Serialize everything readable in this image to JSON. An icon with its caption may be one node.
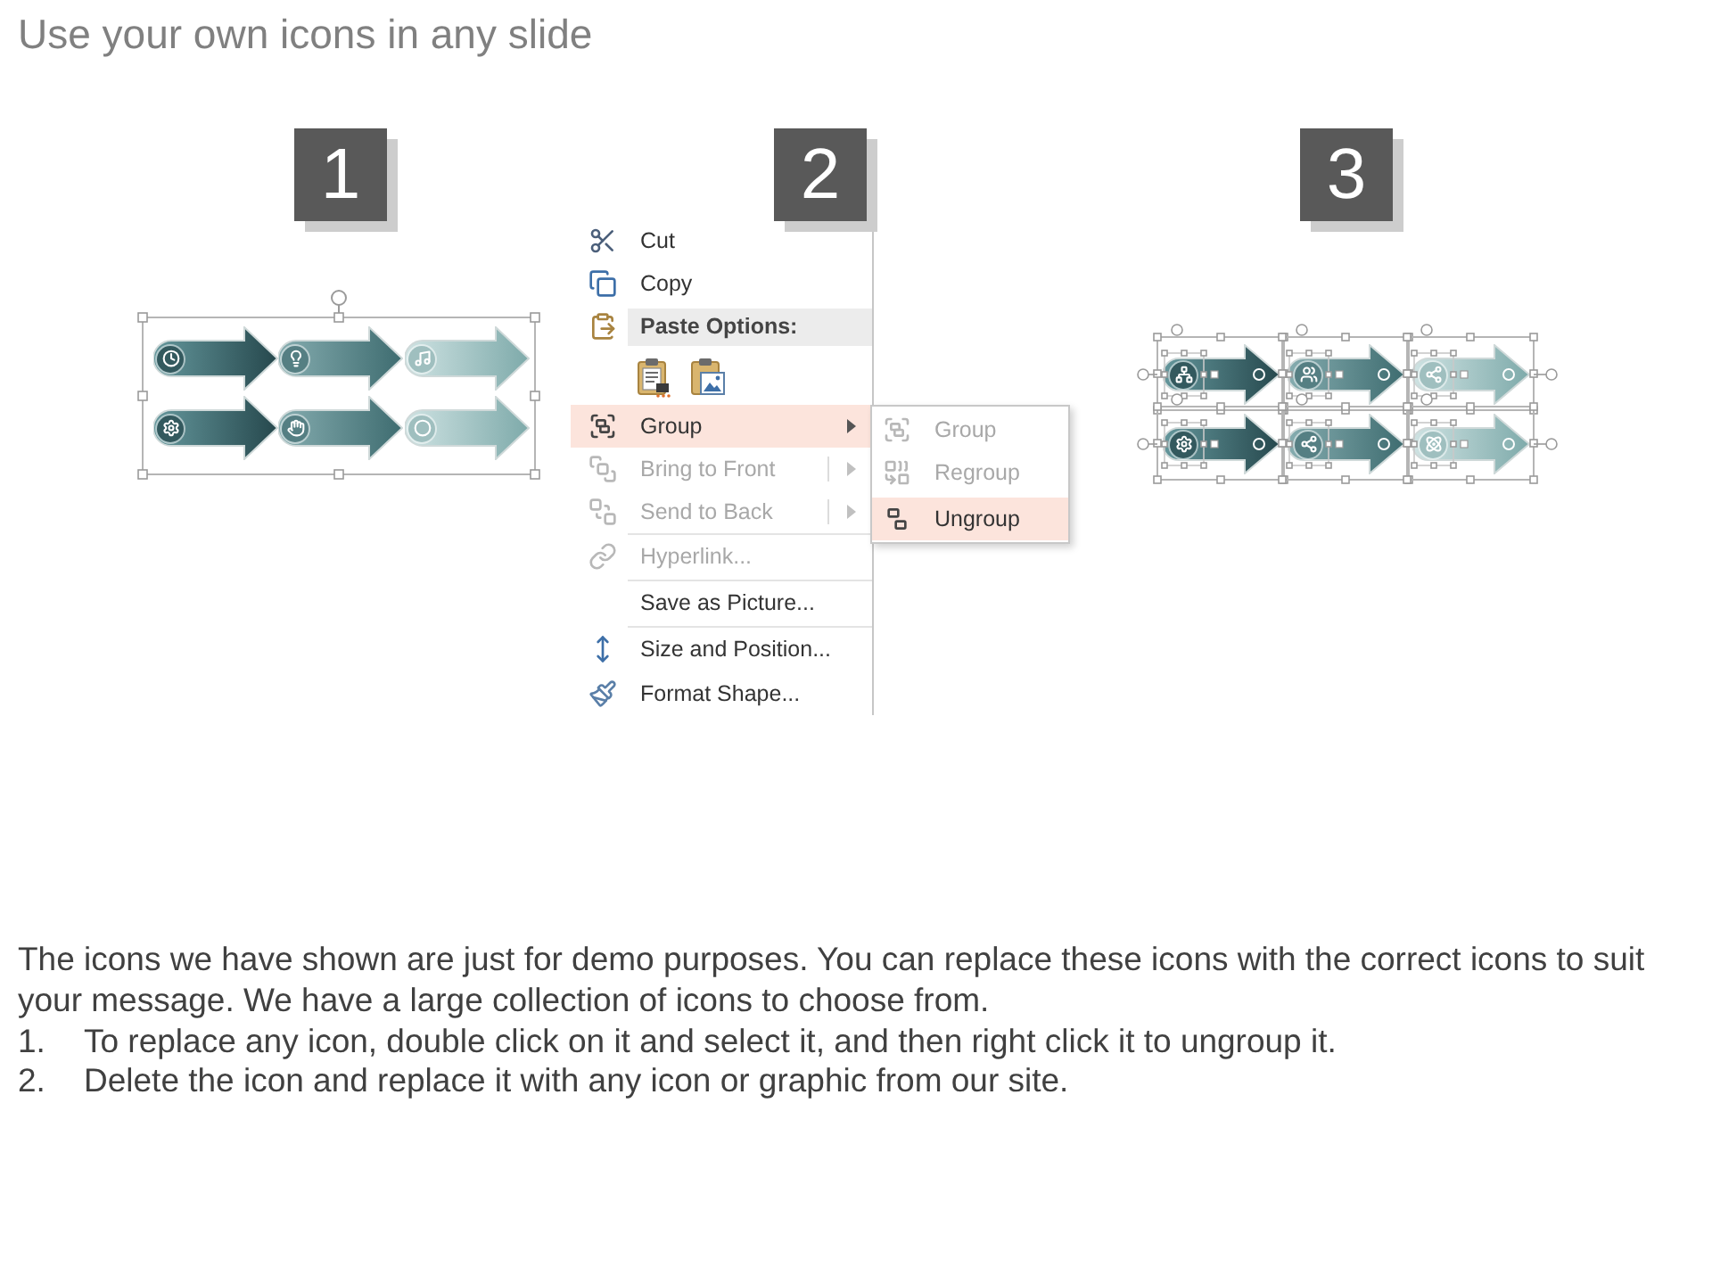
{
  "diagram": {
    "title": "Use your own icons in any slide",
    "nodes": [
      {
        "text": [
          "1"
        ]
      },
      {
        "text": [
          "2"
        ]
      },
      {
        "text": [
          "3"
        ]
      },
      {
        "text": [
          "Cut",
          "Copy",
          "Paste Options:",
          "Group",
          "Bring to Front",
          "Send to Back",
          "Hyperlink...",
          "Save as Picture...",
          "Size and Position...",
          "Format Shape..."
        ]
      },
      {
        "text": [
          "Group",
          "Regroup",
          "Ungroup"
        ]
      }
    ],
    "labels": [
      "The icons we have shown are just for demo purposes. You can replace these icons with the correct icons to suit your message. We have a large collection of icons to choose from.",
      "1.",
      "To replace any icon, double click on it and select it, and then right click it to ungroup it.",
      "2.",
      "Delete the icon and replace it with any icon or graphic from our site."
    ]
  }
}
